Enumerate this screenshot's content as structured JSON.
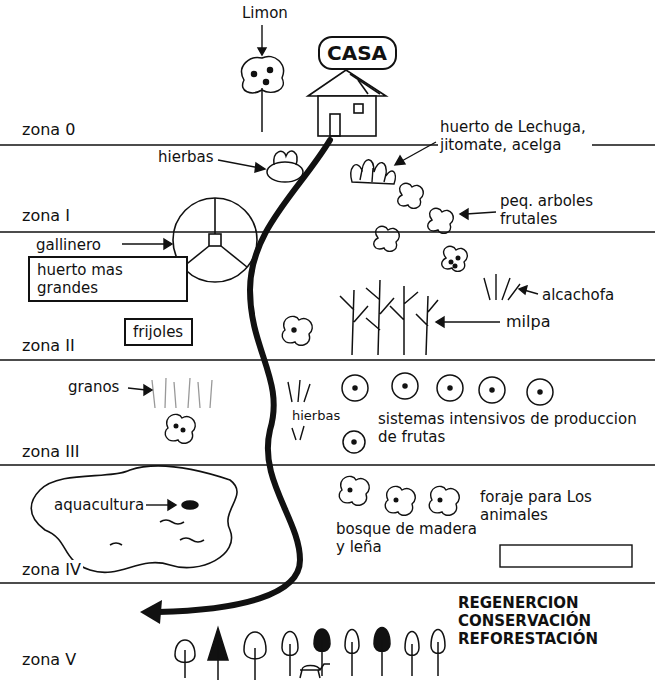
{
  "diagram": {
    "nodes": [
      {
        "text": [
          "CASA"
        ]
      },
      {
        "text": [
          "huerto mas grandes"
        ]
      },
      {
        "text": [
          "frijoles"
        ]
      }
    ],
    "labels": [
      "Limon",
      "zona 0",
      "hierbas",
      "huerto de Lechuga, jitomate, acelga",
      "zona I",
      "gallinero",
      "peq. arboles frutales",
      "alcachofa",
      "milpa",
      "zona II",
      "granos",
      "hierbas",
      "sistemas intensivos de produccion de frutas",
      "zona III",
      "aquacultura",
      "foraje para Los animales",
      "bosque de madera y leña",
      "zona IV",
      "REGENERCION CONSERVACIÓN REFORESTACIÓN",
      "zona V"
    ]
  }
}
